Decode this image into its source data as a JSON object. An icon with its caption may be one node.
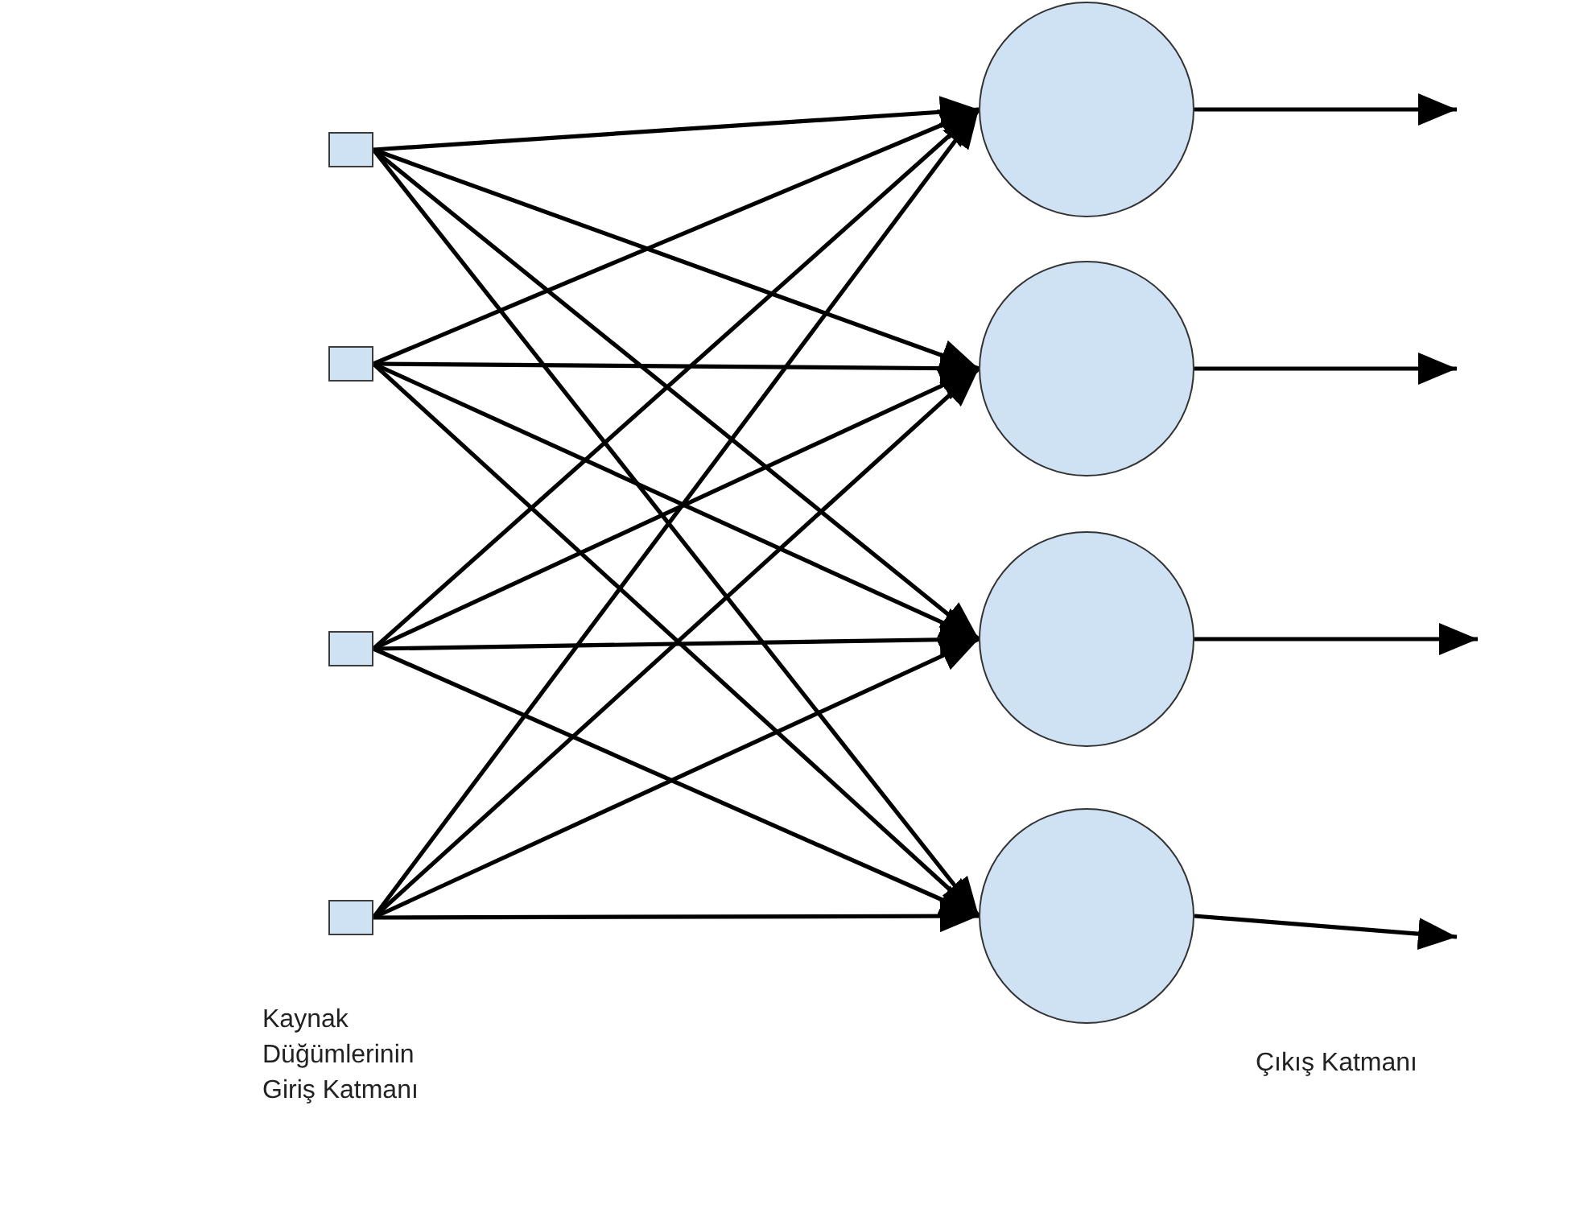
{
  "diagram": {
    "nodes": [
      {
        "text": [],
        "shape": "box"
      },
      {
        "text": [],
        "shape": "box"
      },
      {
        "text": [],
        "shape": "box"
      },
      {
        "text": [],
        "shape": "box"
      },
      {
        "text": [],
        "shape": "circle"
      },
      {
        "text": [],
        "shape": "circle"
      },
      {
        "text": [],
        "shape": "circle"
      },
      {
        "text": [],
        "shape": "circle"
      }
    ],
    "edges": [
      {
        "from": 0,
        "to": 4,
        "arrow": "to"
      },
      {
        "from": 0,
        "to": 5,
        "arrow": "to"
      },
      {
        "from": 0,
        "to": 6,
        "arrow": "to"
      },
      {
        "from": 0,
        "to": 7,
        "arrow": "to"
      },
      {
        "from": 1,
        "to": 4,
        "arrow": "to"
      },
      {
        "from": 1,
        "to": 5,
        "arrow": "to"
      },
      {
        "from": 1,
        "to": 6,
        "arrow": "to"
      },
      {
        "from": 1,
        "to": 7,
        "arrow": "to"
      },
      {
        "from": 2,
        "to": 4,
        "arrow": "to"
      },
      {
        "from": 2,
        "to": 5,
        "arrow": "to"
      },
      {
        "from": 2,
        "to": 6,
        "arrow": "to"
      },
      {
        "from": 2,
        "to": 7,
        "arrow": "to"
      },
      {
        "from": 3,
        "to": 4,
        "arrow": "to"
      },
      {
        "from": 3,
        "to": 5,
        "arrow": "to"
      },
      {
        "from": 3,
        "to": 6,
        "arrow": "to"
      },
      {
        "from": 3,
        "to": 7,
        "arrow": "to"
      },
      {
        "from": 4,
        "to": null,
        "arrow": "to"
      },
      {
        "from": 5,
        "to": null,
        "arrow": "to"
      },
      {
        "from": 6,
        "to": null,
        "arrow": "to"
      },
      {
        "from": 7,
        "to": null,
        "arrow": "to"
      }
    ],
    "labels": [
      "Kaynak Düğümlerinin Giriş Katmanı",
      "Çıkış Katmanı"
    ]
  }
}
